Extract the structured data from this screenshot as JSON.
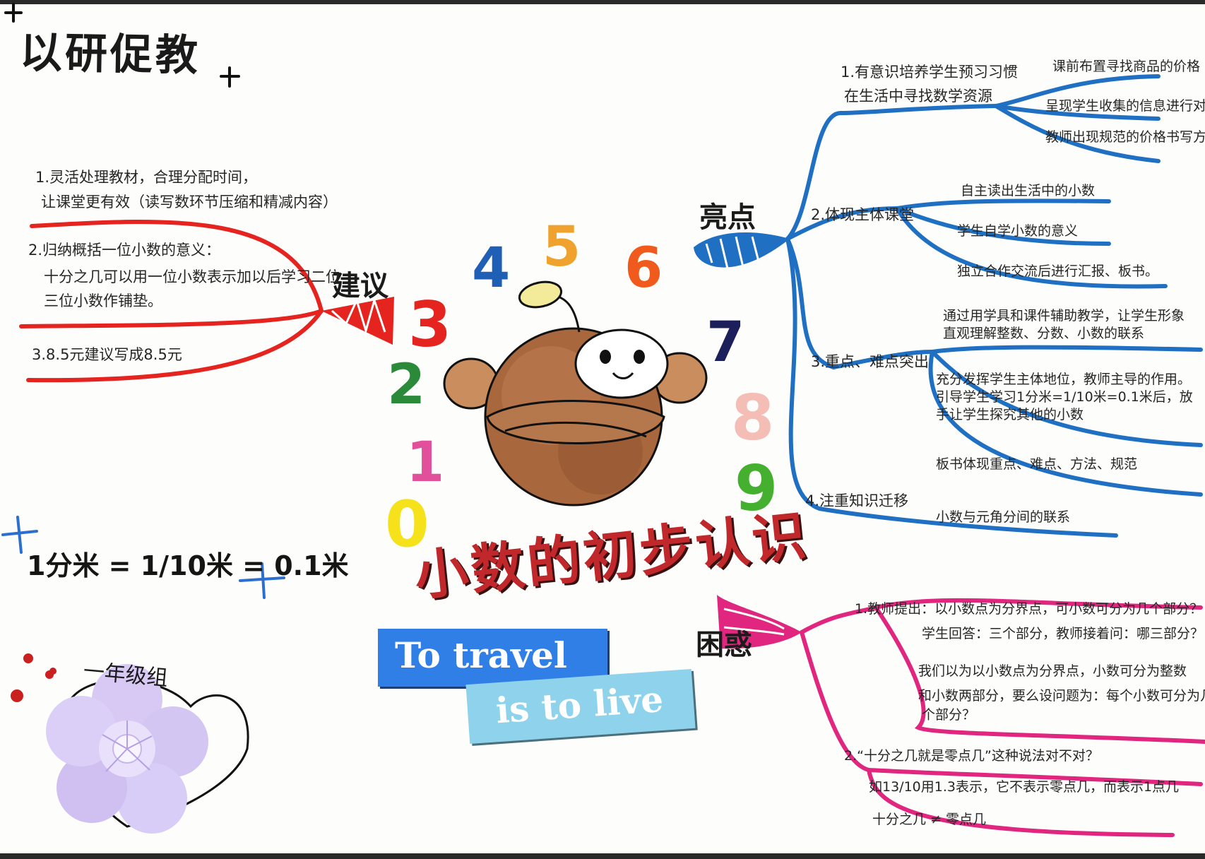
{
  "title": "以研促教",
  "center_title": "小数的初步认识",
  "digits": [
    "0",
    "1",
    "2",
    "3",
    "4",
    "5",
    "6",
    "7",
    "8",
    "9"
  ],
  "branches": {
    "suggestions": {
      "label": "建议",
      "items": [
        "1.灵活处理教材，合理分配时间，",
        "让课堂更有效（读写数环节压缩和精减内容）",
        "2.归纳概括一位小数的意义：",
        "十分之几可以用一位小数表示加以后学习二位",
        "三位小数作铺垫。",
        "3.8.5元建议写成8.5元"
      ]
    },
    "highlights": {
      "label": "亮点",
      "groups": [
        {
          "head": [
            "1.有意识培养学生预习习惯",
            "在生活中寻找数学资源"
          ],
          "subs": [
            "课前布置寻找商品的价格",
            "呈现学生收集的信息进行对比",
            "教师出现规范的价格书写方式"
          ]
        },
        {
          "head": [
            "2.体现主体课堂"
          ],
          "subs": [
            "自主读出生活中的小数",
            "学生自学小数的意义",
            "独立合作交流后进行汇报、板书。"
          ]
        },
        {
          "head": [
            "3.重点、难点突出"
          ],
          "subs": [
            "通过用学具和课件辅助教学，让学生形象直观理解整数、分数、小数的联系",
            "充分发挥学生主体地位，教师主导的作用。引导学生学习1分米=1/10米=0.1米后，放手让学生探究其他的小数",
            "板书体现重点、难点、方法、规范"
          ]
        },
        {
          "head": [
            "4.注重知识迁移"
          ],
          "subs": [
            "小数与元角分间的联系"
          ]
        }
      ]
    },
    "confusion": {
      "label": "困惑",
      "items": [
        "1.教师提出：以小数点为分界点，可小数可分为几个部分？",
        "学生回答：三个部分，教师接着问：哪三部分？",
        "我们以为以小数点为分界点，小数可分为整数",
        "和小数两部分，要么设问题为：每个小数可分为几",
        "个部分？",
        "2.“十分之几就是零点几”这种说法对不对？",
        "如13/10用1.3表示，它不表示零点几，而表示1点几",
        "十分之几 ≠ 零点几"
      ]
    }
  },
  "formula": "1分米 = 1/10米 = 0.1米",
  "stickers": {
    "tape_top": "To travel",
    "tape_bottom": "is to live",
    "grade": "一年级组"
  },
  "colors": {
    "suggestion": "#e52420",
    "highlight": "#1f6fc2",
    "confusion": "#e0267f",
    "planet": "#b07045"
  }
}
